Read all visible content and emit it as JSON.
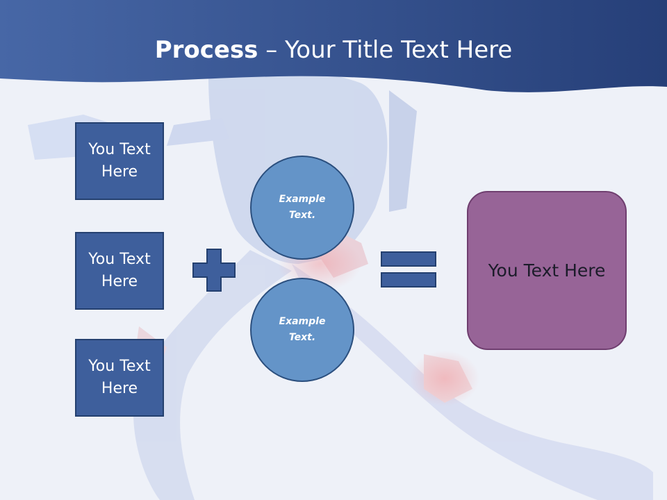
{
  "slide": {
    "title_bold": "Process",
    "title_rest": " – Your Title Text Here"
  },
  "left_boxes": [
    {
      "label": "You Text Here"
    },
    {
      "label": "You Text Here"
    },
    {
      "label": "You Text Here"
    }
  ],
  "circles": [
    {
      "label": "Example Text."
    },
    {
      "label": "Example Text."
    }
  ],
  "result_box": {
    "label": "You Text Here"
  },
  "colors": {
    "header": "#34528f",
    "box_fill": "#3e5f9c",
    "circle_fill": "#6494c8",
    "result_fill": "#976497"
  },
  "icons": {
    "operator_plus": "plus-icon",
    "operator_equals": "equals-icon"
  }
}
